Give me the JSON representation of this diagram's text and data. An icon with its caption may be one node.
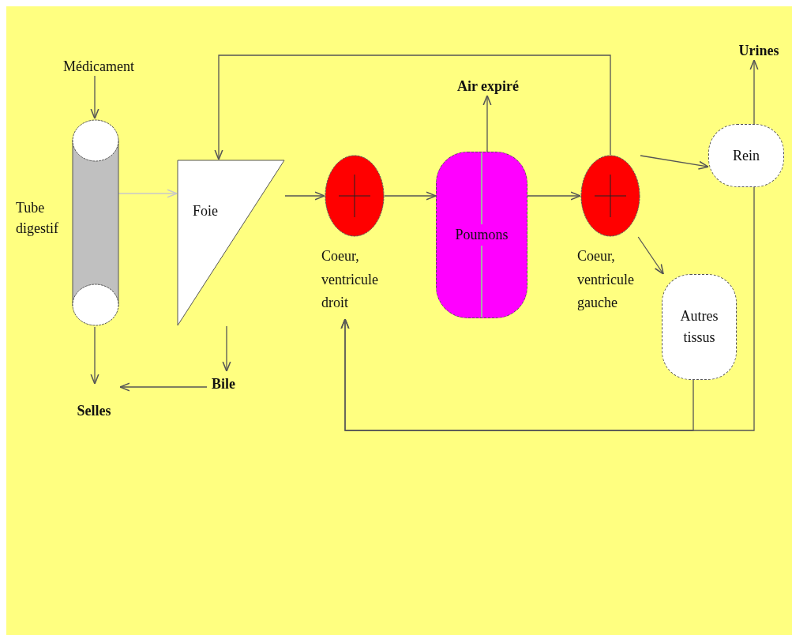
{
  "diagram": {
    "nodes": [
      {
        "text": [
          "Médicament"
        ]
      },
      {
        "text": [
          "Tube digestif"
        ]
      },
      {
        "text": [
          "Foie"
        ]
      },
      {
        "text": [
          "Coeur, ventricule droit"
        ]
      },
      {
        "text": [
          "Poumons"
        ]
      },
      {
        "text": [
          "Air expiré"
        ]
      },
      {
        "text": [
          "Coeur, ventricule gauche"
        ]
      },
      {
        "text": [
          "Rein"
        ]
      },
      {
        "text": [
          "Urines"
        ]
      },
      {
        "text": [
          "Autres tissus"
        ]
      },
      {
        "text": [
          "Bile"
        ]
      },
      {
        "text": [
          "Selles"
        ]
      }
    ],
    "edges": [
      {
        "from": 0,
        "to": 1,
        "arrow": "to"
      },
      {
        "from": 1,
        "to": 2,
        "arrow": "to",
        "color": "#c8c8c8"
      },
      {
        "from": 2,
        "to": 3,
        "arrow": "to"
      },
      {
        "from": 3,
        "to": 4,
        "arrow": "to"
      },
      {
        "from": 4,
        "to": 6,
        "arrow": "to"
      },
      {
        "from": 4,
        "to": 5,
        "arrow": "to"
      },
      {
        "from": 6,
        "to": 2,
        "arrow": "to"
      },
      {
        "from": 6,
        "to": 7,
        "arrow": "to"
      },
      {
        "from": 6,
        "to": 9,
        "arrow": "to"
      },
      {
        "from": 7,
        "to": 8,
        "arrow": "to"
      },
      {
        "from": 7,
        "to": 3,
        "arrow": "to"
      },
      {
        "from": 9,
        "to": 3,
        "arrow": "to"
      },
      {
        "from": 1,
        "to": 11,
        "arrow": "to"
      },
      {
        "from": 2,
        "to": 10,
        "arrow": "to"
      },
      {
        "from": 10,
        "to": 11,
        "arrow": "to"
      }
    ]
  }
}
